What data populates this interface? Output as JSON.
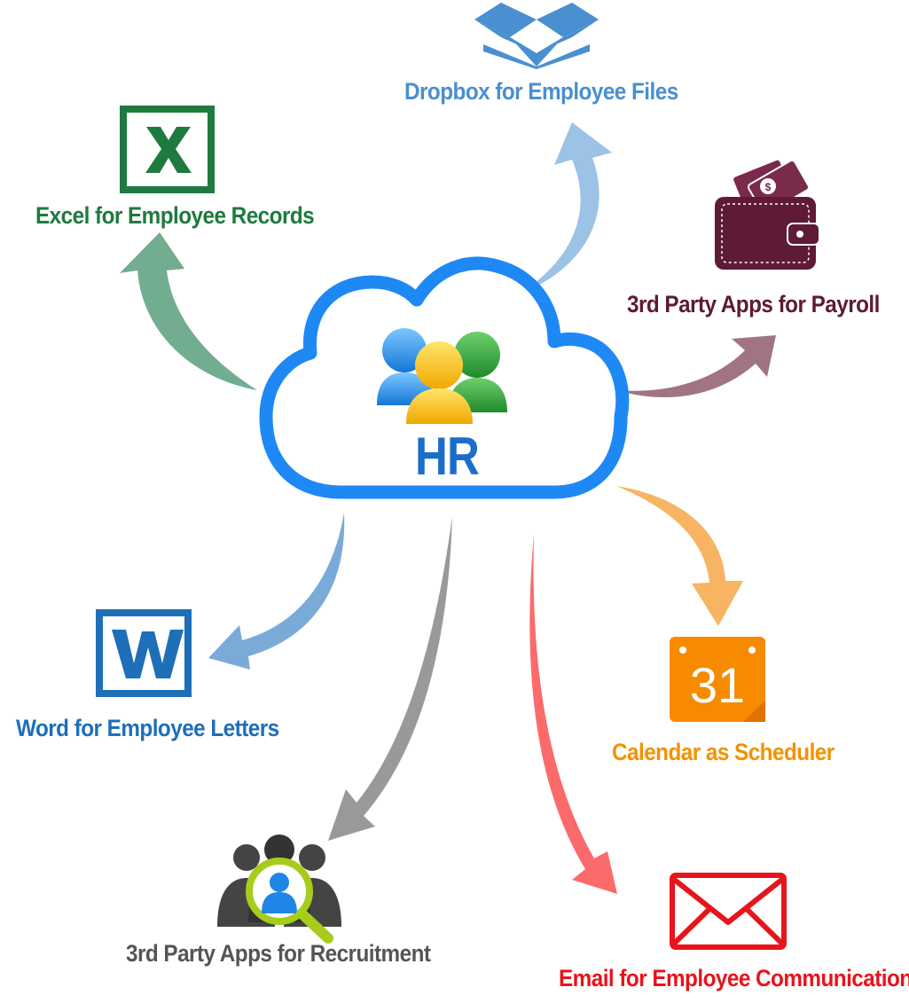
{
  "hub": {
    "title": "HR"
  },
  "nodes": {
    "excel": {
      "label": "Excel for Employee Records",
      "icon": "excel-icon",
      "color": "#1f7a3f"
    },
    "dropbox": {
      "label": "Dropbox for Employee Files",
      "icon": "dropbox-icon",
      "color": "#4a8fd0"
    },
    "payroll": {
      "label": "3rd Party Apps for Payroll",
      "icon": "wallet-icon",
      "color": "#5e1a36"
    },
    "word": {
      "label": "Word for Employee Letters",
      "icon": "word-icon",
      "color": "#1e6fb8"
    },
    "calendar": {
      "label": "Calendar as Scheduler",
      "icon": "calendar-icon",
      "color": "#f39200",
      "day": "31"
    },
    "recruit": {
      "label": "3rd Party Apps for Recruitment",
      "icon": "recruitment-icon",
      "color": "#555555"
    },
    "email": {
      "label": "Email for Employee Communication",
      "icon": "envelope-icon",
      "color": "#e8141b"
    }
  },
  "colors": {
    "cloud": "#1e88f5",
    "hr_text": "#1c6ec9"
  }
}
